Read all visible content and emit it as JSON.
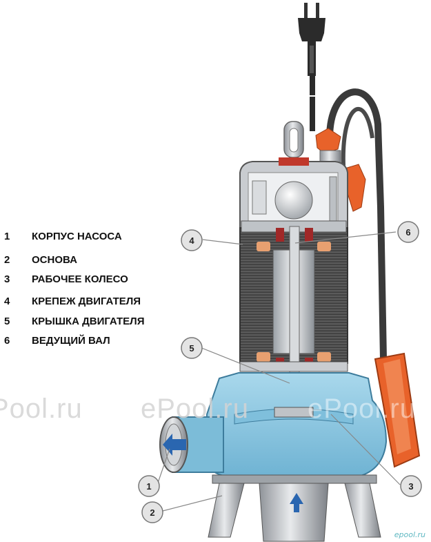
{
  "legend": [
    {
      "num": "1",
      "text": "КОРПУС НАСОСА"
    },
    {
      "num": "2",
      "text": "ОСНОВА"
    },
    {
      "num": "3",
      "text": "РАБОЧЕЕ КОЛЕСО"
    },
    {
      "num": "4",
      "text": "КРЕПЕЖ ДВИГАТЕЛЯ"
    },
    {
      "num": "5",
      "text": "КРЫШКА ДВИГАТЕЛЯ"
    },
    {
      "num": "6",
      "text": "ВЕДУЩИЙ ВАЛ"
    }
  ],
  "callouts": {
    "c1": "1",
    "c2": "2",
    "c3": "3",
    "c4": "4",
    "c5": "5",
    "c6": "6"
  },
  "watermarks": {
    "left": "Pool.ru",
    "center": "ePool.ru",
    "right": "ePool.ru",
    "corner": "epool.ru"
  },
  "colors": {
    "housing_blue": "#8ecbe4",
    "steel_gray": "#b9bcc0",
    "motor_dark": "#4a4a4a",
    "cable": "#3a3a3a",
    "accent_orange": "#e8622a",
    "oil_yellow": "#f2e07a",
    "bearing_red": "#c0392b",
    "callout_fill": "#e4e4e4",
    "arrow_blue": "#2a66b0"
  }
}
